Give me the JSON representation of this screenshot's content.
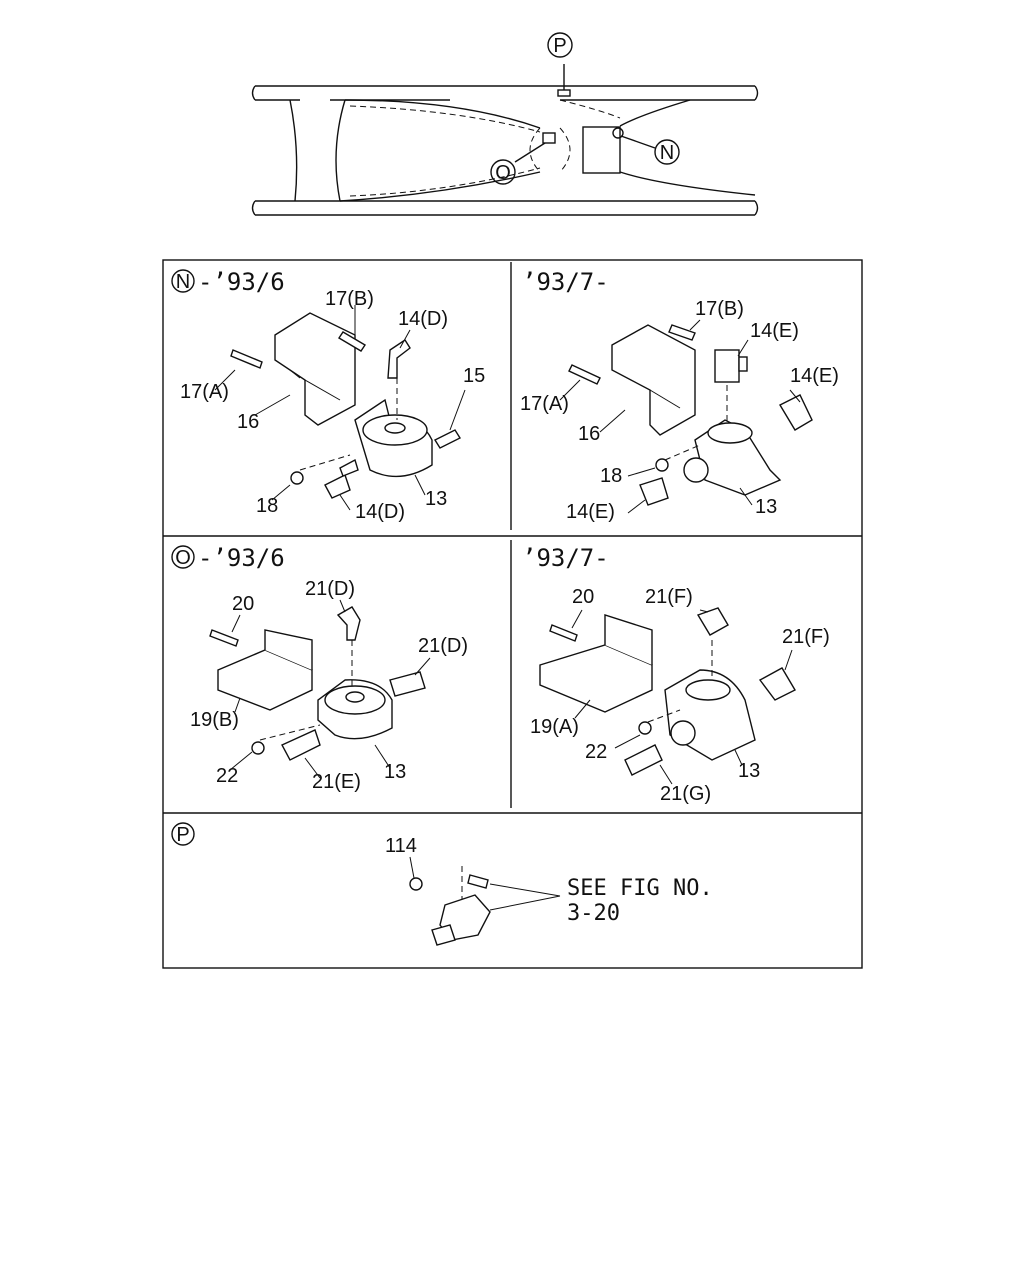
{
  "overview": {
    "callouts": [
      "P",
      "O",
      "N"
    ]
  },
  "panels": {
    "n_early": {
      "marker": "N",
      "header": "-’93/6",
      "labels": [
        "17(B)",
        "14(D)",
        "15",
        "17(A)",
        "16",
        "18",
        "14(D)",
        "13"
      ]
    },
    "n_late": {
      "header": "’93/7-",
      "labels": [
        "17(B)",
        "14(E)",
        "14(E)",
        "17(A)",
        "16",
        "18",
        "14(E)",
        "13"
      ]
    },
    "o_early": {
      "marker": "O",
      "header": "-’93/6",
      "labels": [
        "20",
        "21(D)",
        "21(D)",
        "19(B)",
        "22",
        "21(E)",
        "13"
      ]
    },
    "o_late": {
      "header": "’93/7-",
      "labels": [
        "20",
        "21(F)",
        "21(F)",
        "19(A)",
        "22",
        "21(G)",
        "13"
      ]
    },
    "p": {
      "marker": "P",
      "labels": [
        "114"
      ],
      "see_line1": "SEE FIG NO.",
      "see_line2": "3-20"
    }
  }
}
